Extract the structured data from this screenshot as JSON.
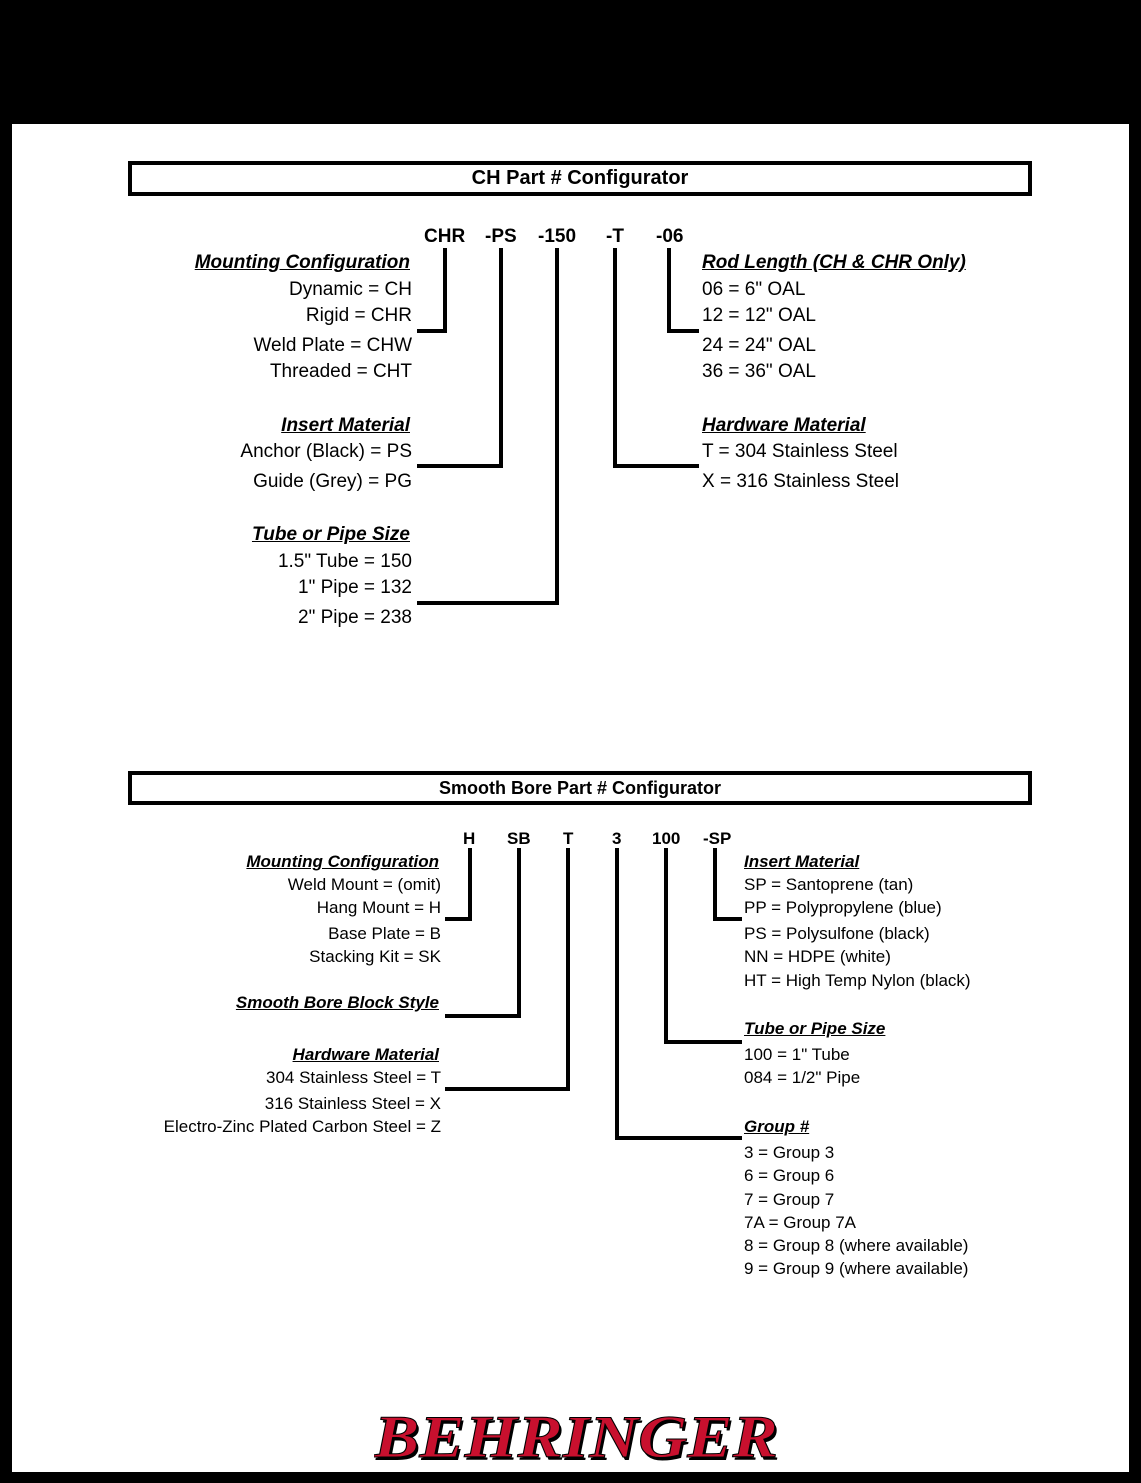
{
  "ch": {
    "title": "CH Part # Configurator",
    "codes": [
      "CHR",
      "-PS",
      "-150",
      "-T",
      "-06"
    ],
    "mounting": {
      "heading": "Mounting Configuration",
      "items": [
        "Dynamic = CH",
        "Rigid = CHR",
        "Weld Plate = CHW",
        "Threaded = CHT"
      ]
    },
    "insert": {
      "heading": "Insert Material",
      "items": [
        "Anchor (Black) = PS",
        "Guide (Grey) = PG"
      ]
    },
    "tube": {
      "heading": "Tube or Pipe Size",
      "items": [
        "1.5\" Tube = 150",
        "1\" Pipe = 132",
        "2\" Pipe = 238"
      ]
    },
    "rod": {
      "heading": "Rod Length (CH & CHR Only)",
      "items": [
        "06 = 6\" OAL",
        "12 = 12\" OAL",
        "24 = 24\" OAL",
        "36 = 36\" OAL"
      ]
    },
    "hardware": {
      "heading": "Hardware Material",
      "items": [
        "T = 304 Stainless Steel",
        "X = 316 Stainless Steel"
      ]
    }
  },
  "sb": {
    "title": "Smooth Bore Part # Configurator",
    "codes": [
      "H",
      "SB",
      "T",
      "3",
      "100",
      "-SP"
    ],
    "mounting": {
      "heading": "Mounting Configuration",
      "items": [
        "Weld Mount = (omit)",
        "Hang Mount = H",
        "Base Plate = B",
        "Stacking Kit = SK"
      ]
    },
    "block": {
      "heading": "Smooth Bore Block Style"
    },
    "hardware": {
      "heading": "Hardware Material",
      "items": [
        "304 Stainless Steel = T",
        "316 Stainless Steel = X",
        "Electro-Zinc Plated Carbon Steel = Z"
      ]
    },
    "insert": {
      "heading": "Insert Material",
      "items": [
        "SP = Santoprene (tan)",
        "PP = Polypropylene (blue)",
        "PS = Polysulfone (black)",
        "NN = HDPE (white)",
        "HT = High Temp Nylon (black)"
      ]
    },
    "tube": {
      "heading": "Tube or Pipe Size",
      "items": [
        "100 = 1\" Tube",
        "084 = 1/2\" Pipe"
      ]
    },
    "group": {
      "heading": "Group #",
      "items": [
        "3 = Group 3",
        "6 = Group 6",
        "7 = Group 7",
        "7A = Group 7A",
        "8 = Group 8 (where available)",
        "9 = Group 9 (where available)"
      ]
    }
  },
  "logo": {
    "text": "BEHRINGER",
    "color": "#c8102e"
  }
}
